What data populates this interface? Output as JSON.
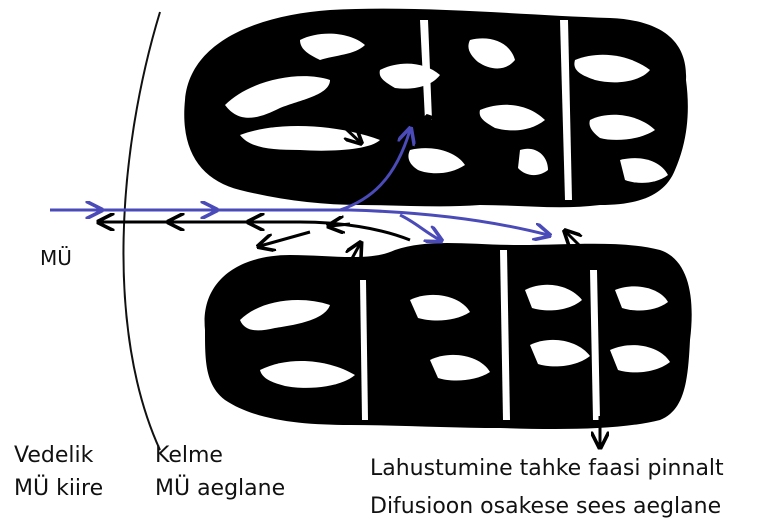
{
  "colors": {
    "particle": "#000000",
    "liquid_flow": "#4a4ab8",
    "diffusion_arrows": "#000000",
    "background": "#ffffff"
  },
  "labels": {
    "mu_arrow": "MÜ",
    "left_col_line1": "Vedelik",
    "left_col_line2": "MÜ kiire",
    "mid_col_line1": "Kelme",
    "mid_col_line2": "MÜ aeglane",
    "right_line1": "Lahustumine tahke faasi pinnalt",
    "right_line2": "Difusioon osakese sees aeglane"
  },
  "icons": {
    "film_boundary": "curved-line-icon",
    "flow_arrows": "arrow-right-icon",
    "diffusion_arrows": "arrow-icon",
    "dissolution_arrow": "arrow-down-icon"
  }
}
